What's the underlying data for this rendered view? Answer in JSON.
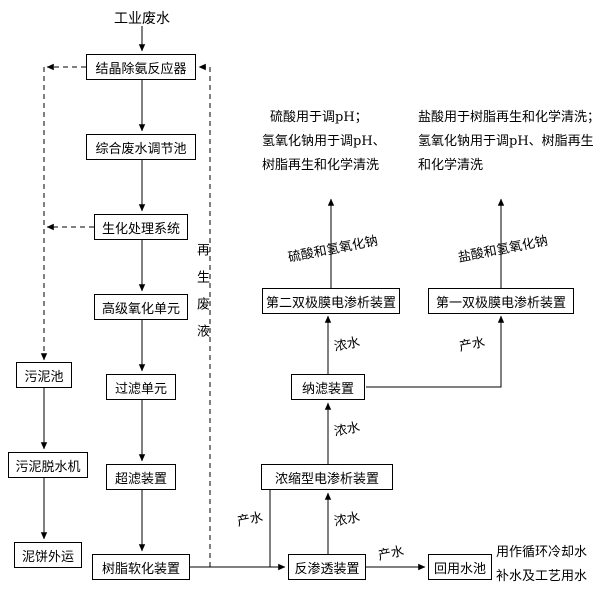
{
  "flowchart": {
    "source": {
      "label": "工业废水"
    },
    "main_chain": [
      {
        "label": "结晶除氨反应器"
      },
      {
        "label": "综合废水调节池"
      },
      {
        "label": "生化处理系统"
      },
      {
        "label": "高级氧化单元"
      },
      {
        "label": "过滤单元"
      },
      {
        "label": "超滤装置"
      },
      {
        "label": "树脂软化装置"
      }
    ],
    "sludge_chain": [
      {
        "label": "污泥池"
      },
      {
        "label": "污泥脱水机"
      },
      {
        "label": "泥饼外运"
      }
    ],
    "membrane_chain": {
      "reverse_osmosis": "反渗透装置",
      "concentrating_electrodialysis": "浓缩型电渗析装置",
      "nanofiltration": "纳滤装置",
      "second_bipolar_membrane_ed": "第二双极膜电渗析装置",
      "first_bipolar_membrane_ed": "第一双极膜电渗析装置",
      "reuse_pool": "回用水池"
    },
    "stream_labels": {
      "product_water": "产水",
      "concentrate_water": "浓水",
      "regeneration_waste": "再生废液",
      "sulfuric_acid_naoh": "硫酸和氢氧化钠",
      "hydrochloric_acid_naoh": "盐酸和氢氧化钠"
    },
    "annotations": {
      "sulfuric_note": [
        "硫酸用于调pH；",
        "氢氧化钠用于调pH、",
        "树脂再生和化学清洗"
      ],
      "hcl_note": [
        "盐酸用于树脂再生和化学清洗；",
        "氢氧化钠用于调pH、树脂再生",
        "和化学清洗"
      ],
      "reuse_note": [
        "用作循环冷却水",
        "补水及工艺用水"
      ]
    },
    "colors": {
      "line": "#000000",
      "background": "#ffffff"
    }
  }
}
